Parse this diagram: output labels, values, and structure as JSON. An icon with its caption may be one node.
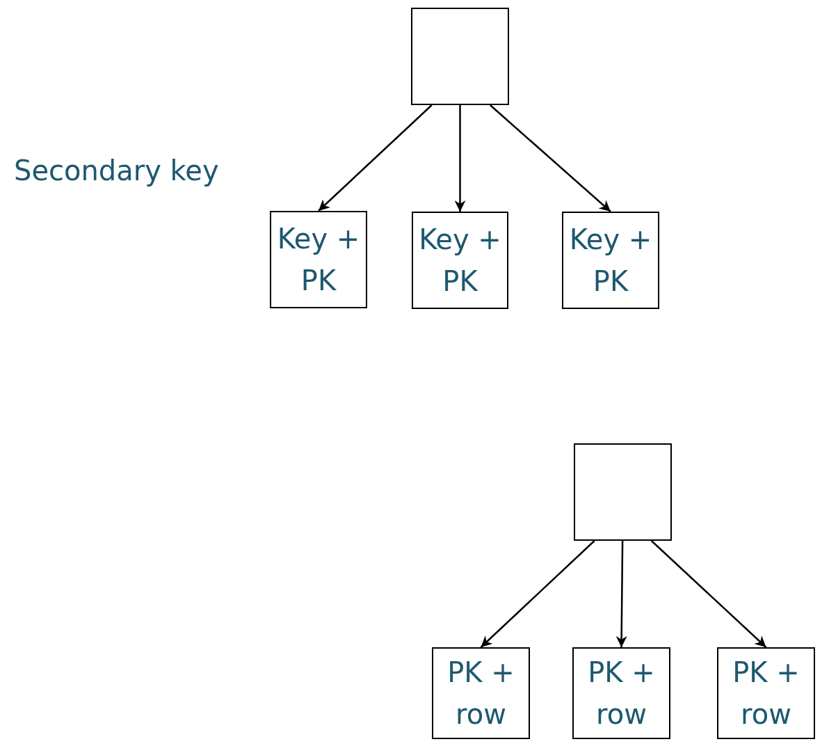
{
  "diagram": {
    "nodes": [
      {
        "text": [],
        "shape": "box"
      },
      {
        "text": [
          "Key + PK"
        ]
      },
      {
        "text": [
          "Key + PK"
        ]
      },
      {
        "text": [
          "Key + PK"
        ]
      },
      {
        "text": [],
        "shape": "box"
      },
      {
        "text": [
          "PK + row"
        ]
      },
      {
        "text": [
          "PK + row"
        ]
      },
      {
        "text": [
          "PK + row"
        ]
      }
    ],
    "edges": [
      {
        "from": 0,
        "to": 1,
        "arrow": "to"
      },
      {
        "from": 0,
        "to": 2,
        "arrow": "to"
      },
      {
        "from": 0,
        "to": 3,
        "arrow": "to"
      },
      {
        "from": 4,
        "to": 5,
        "arrow": "to"
      },
      {
        "from": 4,
        "to": 6,
        "arrow": "to"
      },
      {
        "from": 4,
        "to": 7,
        "arrow": "to"
      }
    ],
    "labels": [
      "Secondary key"
    ]
  }
}
